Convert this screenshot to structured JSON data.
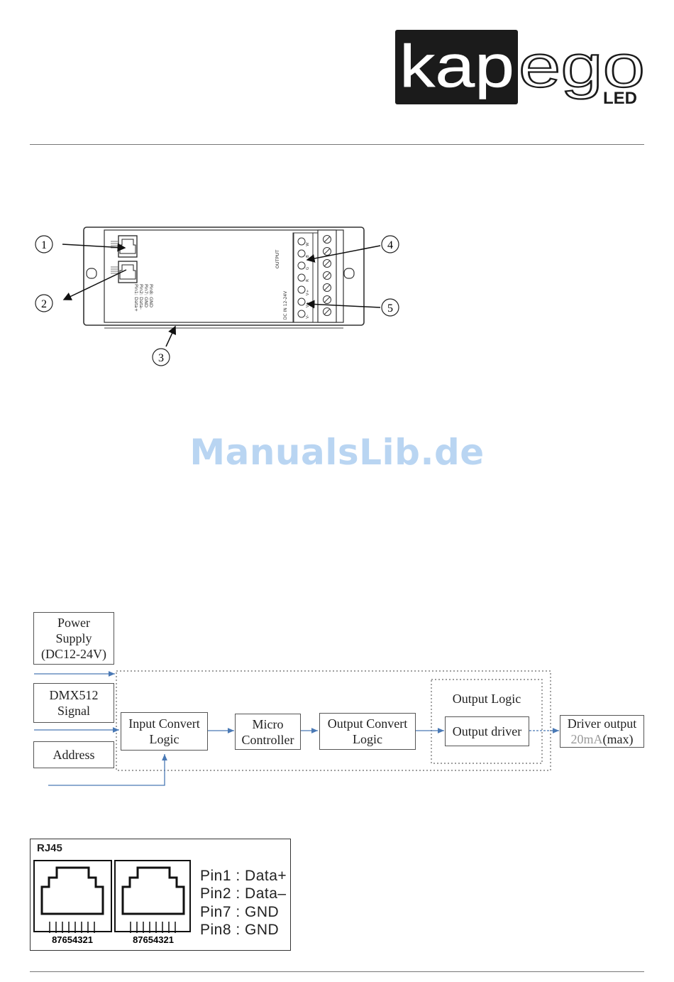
{
  "logo": {
    "brand": "kapego",
    "sub": "LED"
  },
  "device_diagram": {
    "callouts": [
      "1",
      "2",
      "3",
      "4",
      "5"
    ],
    "terminal_labels": [
      "W",
      "B",
      "G",
      "R",
      "V+",
      "V+",
      "V-"
    ],
    "output_label": "OUTPUT",
    "dcin_label": "DC IN 12-24V",
    "pin_text": [
      "Pin1: Data+",
      "Pin2: Data-",
      "Pin7: GND",
      "Pin8: GND"
    ]
  },
  "watermark": "ManualsLib.de",
  "block_diagram": {
    "power_supply": [
      "Power",
      "Supply",
      "(DC12-24V)"
    ],
    "dmx_signal": [
      "DMX512",
      "Signal"
    ],
    "address": "Address",
    "input_convert": [
      "Input Convert",
      "Logic"
    ],
    "micro_controller": [
      "Micro",
      "Controller"
    ],
    "output_convert": [
      "Output Convert",
      "Logic"
    ],
    "output_logic_title": "Output Logic",
    "output_driver": "Output driver",
    "driver_output": [
      "Driver output",
      "20mA",
      "(max)"
    ]
  },
  "rj45": {
    "title": "RJ45",
    "pin_numbers": "87654321",
    "pins": [
      "Pin1 : Data+",
      "Pin2 : Data–",
      "Pin7 : GND",
      "Pin8 : GND"
    ]
  }
}
